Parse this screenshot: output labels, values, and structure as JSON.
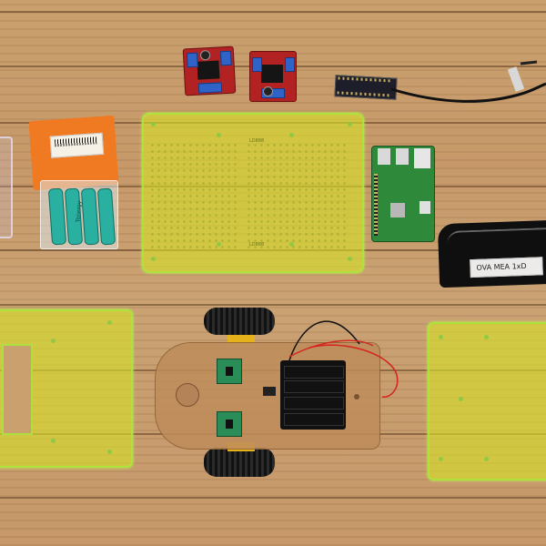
{
  "scene": {
    "battery_package": {
      "brand_label": "Tenergy"
    },
    "robot_case_label": {
      "text": "OVA MEA 1xD"
    },
    "acrylic_plates": [
      {
        "id": "center-plate",
        "label": "LD888"
      },
      {
        "id": "left-plate",
        "label": ""
      },
      {
        "id": "right-plate",
        "label": ""
      }
    ]
  }
}
